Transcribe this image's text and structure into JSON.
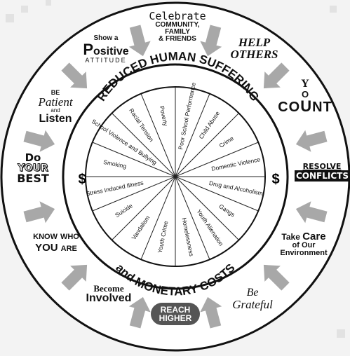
{
  "center": {
    "top_arc": "REDUCED HUMAN SUFFERING",
    "bottom_arc": "and MONETARY COSTS",
    "left_symbol": "$",
    "right_symbol": "$",
    "wedges": [
      {
        "label": "Poverty"
      },
      {
        "label": "Poor School Performance"
      },
      {
        "label": "Child Abuse"
      },
      {
        "label": "Crime"
      },
      {
        "label": "Domentic Violence"
      },
      {
        "label": "Drug and Alcoholism"
      },
      {
        "label": "Gangs"
      },
      {
        "label": "Youth Alienation"
      },
      {
        "label": "Homelessness"
      },
      {
        "label": "Youth Crime"
      },
      {
        "label": "Vandalism"
      },
      {
        "label": "Suicide"
      },
      {
        "label": "Stress Induced Illness"
      },
      {
        "label": "Smoking"
      },
      {
        "label": "School Violence and Bullying"
      },
      {
        "label": "Racial Tension"
      }
    ]
  },
  "outer_items": {
    "celebrate": {
      "line1": "Celebrate",
      "line2": "COMMUNITY,",
      "line3": "FAMILY",
      "line4": "& FRIENDS"
    },
    "help_others": {
      "line1": "HELP",
      "line2": "OTHERS"
    },
    "you_count": {
      "y": "Y",
      "o": "O",
      "co": "CO",
      "u": "U",
      "nt": "NT"
    },
    "resolve_conflicts": {
      "line1": "RESOLVE",
      "line2": "CONFLICTS"
    },
    "take_care": {
      "line1": "Take",
      "line1b": "Care",
      "line2": "of Our",
      "line3": "Environment"
    },
    "be_grateful": {
      "line1": "Be",
      "line2": "Grateful"
    },
    "reach_higher": {
      "line1": "REACH",
      "line2": "HIGHER"
    },
    "become_involved": {
      "line1": "Become",
      "line2": "Involved"
    },
    "know_who": {
      "know": "KNOW",
      "who": "WHO",
      "you": "YOU",
      "are": "ARE"
    },
    "do_your_best": {
      "line1": "Do",
      "line2": "YOUR",
      "line3": "BEST"
    },
    "be_patient": {
      "be": "BE",
      "patient": "Patient",
      "and": "and",
      "listen": "Listen"
    },
    "positive": {
      "show": "Show a",
      "p": "P",
      "ositive": "ositive",
      "attitude": "ATTITUDE"
    }
  }
}
